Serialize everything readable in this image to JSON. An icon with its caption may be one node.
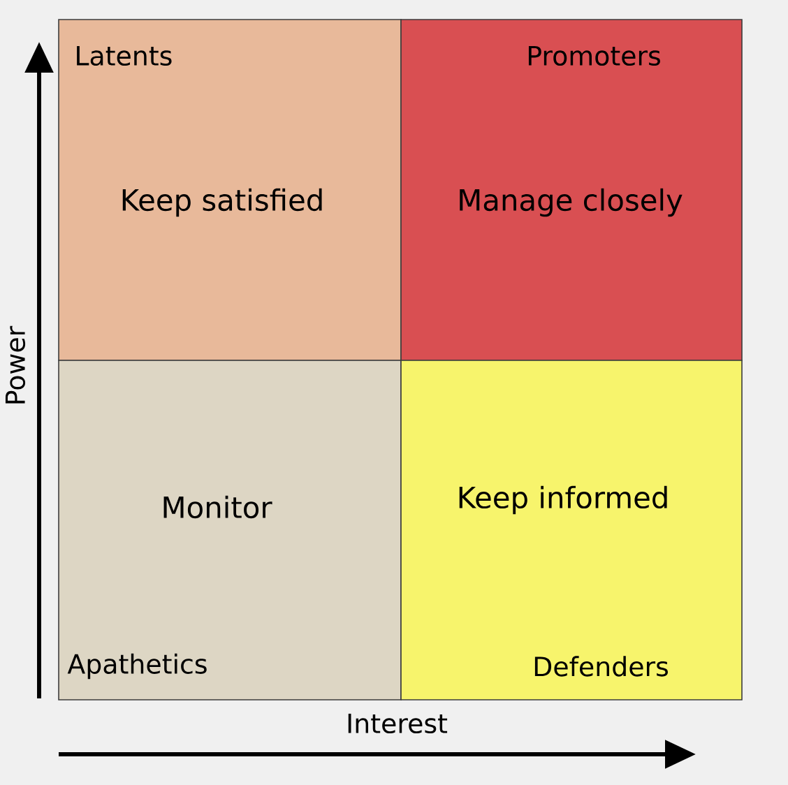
{
  "diagram": {
    "nodes": [
      {
        "text": [
          "Latents",
          "Keep satisfied"
        ]
      },
      {
        "text": [
          "Promoters",
          "Manage closely"
        ]
      },
      {
        "text": [
          "Monitor",
          "Apathetics"
        ]
      },
      {
        "text": [
          "Keep informed",
          "Defenders"
        ]
      }
    ],
    "labels": [
      "Power",
      "Interest"
    ]
  }
}
